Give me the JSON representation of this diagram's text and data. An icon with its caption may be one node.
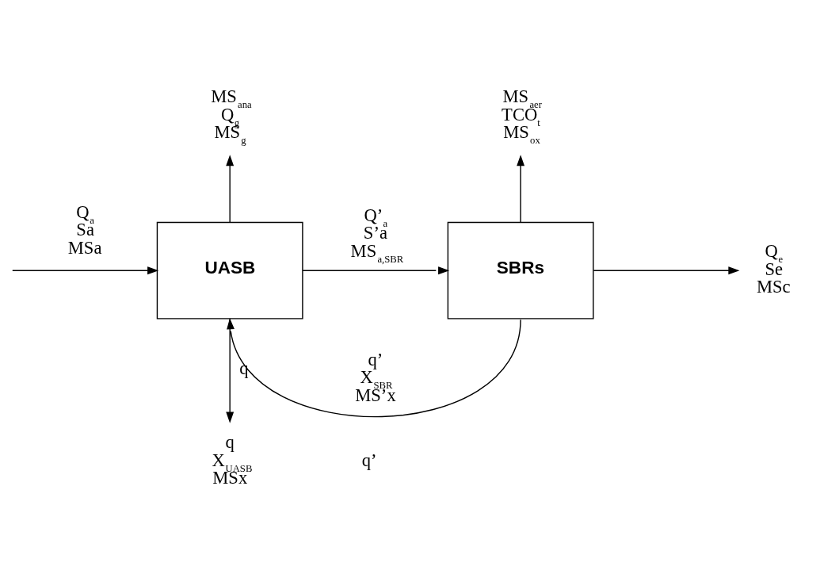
{
  "diagram": {
    "nodes": [
      {
        "text": [
          "UASB"
        ]
      },
      {
        "text": [
          "SBRs"
        ]
      },
      {
        "text": [
          "MS$_{ana}$",
          "Q$_{g}$",
          "MS$_{g}$"
        ]
      },
      {
        "text": [
          "MS$_{aer}$",
          "TCO$_{t}$",
          "MS$_{ox}$"
        ]
      },
      {
        "text": [
          "q",
          "X$_{UASB}$",
          "MSx"
        ]
      },
      {
        "text": [
          "Q$_{e}$",
          "Se",
          "MSc"
        ]
      }
    ],
    "edges": [
      {
        "from": null,
        "to": 0,
        "arrow": "to",
        "label": "Q$_{a}$ Sa MSa"
      },
      {
        "from": 0,
        "to": 2,
        "arrow": "to"
      },
      {
        "from": 0,
        "to": 1,
        "arrow": "to",
        "label": "Q’$_{a}$ S’a MS$_{a,SBR}$"
      },
      {
        "from": 1,
        "to": 3,
        "arrow": "to"
      },
      {
        "from": 1,
        "to": 5,
        "arrow": "to"
      },
      {
        "from": 0,
        "to": 4,
        "arrow": "to",
        "label": "q"
      },
      {
        "from": 1,
        "to": 0,
        "arrow": "to",
        "label": "q’ X$_{SBR}$ MS’x"
      }
    ],
    "labels": [
      "q’"
    ]
  }
}
